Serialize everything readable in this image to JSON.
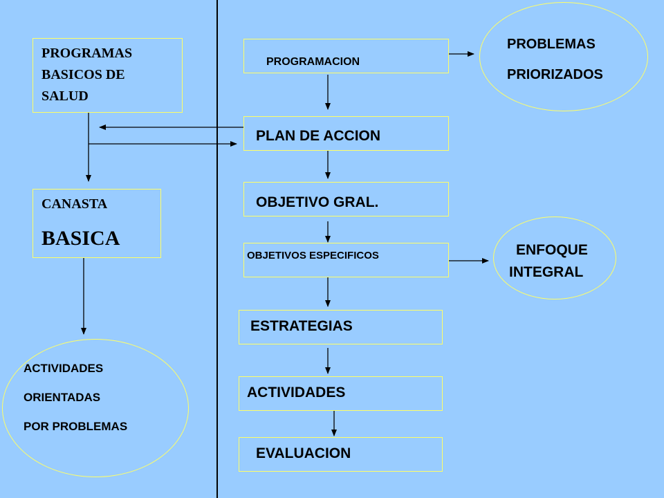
{
  "left": {
    "programas": [
      "PROGRAMAS",
      "BASICOS DE",
      "SALUD"
    ],
    "canasta_line1": "CANASTA",
    "canasta_line2": "BASICA",
    "actividades_orientadas": [
      "ACTIVIDADES",
      "ORIENTADAS",
      "POR PROBLEMAS"
    ]
  },
  "flow": {
    "programacion": "PROGRAMACION",
    "plan_accion": "PLAN DE ACCION",
    "objetivo_gral": "OBJETIVO GRAL.",
    "objetivos_especificos": "OBJETIVOS ESPECIFICOS",
    "estrategias": "ESTRATEGIAS",
    "actividades": "ACTIVIDADES",
    "evaluacion": "EVALUACION"
  },
  "side": {
    "problemas": [
      "PROBLEMAS",
      "PRIORIZADOS"
    ],
    "enfoque": [
      "ENFOQUE",
      "INTEGRAL"
    ]
  },
  "colors": {
    "background": "#99ccff",
    "border": "#ffff66",
    "line": "#000000"
  }
}
